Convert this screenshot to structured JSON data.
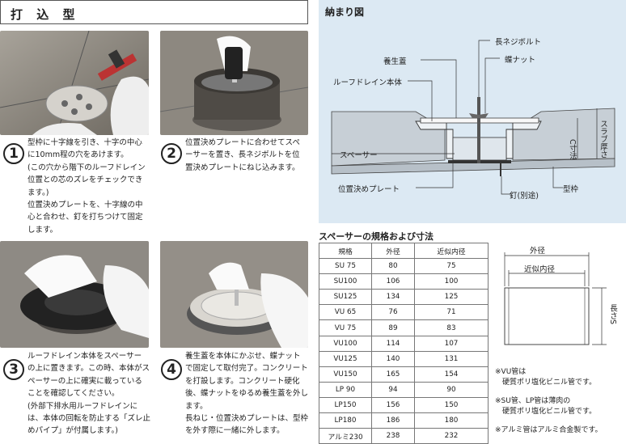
{
  "left": {
    "section_title": "打 込 型",
    "steps": [
      {
        "num": "1",
        "text": "型枠に十字線を引き、十字の中心\nに10mm程の穴をあけます。\n(この穴から階下のルーフドレイン\n位置との芯のズレをチェックでき\nます。)\n位置決めプレートを、十字線の中\n心と合わせ、釘を打ちつけて固定\nします。"
      },
      {
        "num": "2",
        "text": "位置決めプレートに合わせてスペ\nーサーを置き、長ネジボルトを位\n置決めプレートにねじ込みます。"
      },
      {
        "num": "3",
        "text": "ルーフドレイン本体をスペーサー\nの上に置きます。この時、本体がス\nペーサーの上に確実に載っている\nことを確認してください。\n(外部下排水用ルーフドレインに\nは、本体の回転を防止する「ズレ止\nめパイプ」が付属します。)"
      },
      {
        "num": "4",
        "text": "養生蓋を本体にかぶせ、蝶ナット\nで固定して取付完了。コンクリート\nを打設します。コンクリート硬化\n後、蝶ナットをゆるめ養生蓋を外し\nます。\n長ねじ・位置決めプレートは、型枠\nを外す際に一緒に外します。"
      }
    ]
  },
  "diagram": {
    "title": "納まり図",
    "labels": {
      "bolt": "長ネジボルト",
      "cover": "養生蓋",
      "nut": "蝶ナット",
      "body": "ルーフドレイン本体",
      "spacer": "スペーサー",
      "plate": "位置決めプレート",
      "nail": "釘(別途)",
      "form": "型枠",
      "c_dim": "C寸法",
      "slab": "スラブ厚さ"
    }
  },
  "spacer_spec": {
    "title": "スペーサーの規格および寸法",
    "headers": [
      "規格",
      "外径",
      "近似内径"
    ],
    "rows": [
      [
        "SU 75",
        "80",
        "75"
      ],
      [
        "SU100",
        "106",
        "100"
      ],
      [
        "SU125",
        "134",
        "125"
      ],
      [
        "VU 65",
        "76",
        "71"
      ],
      [
        "VU 75",
        "89",
        "83"
      ],
      [
        "VU100",
        "114",
        "107"
      ],
      [
        "VU125",
        "140",
        "131"
      ],
      [
        "VU150",
        "165",
        "154"
      ],
      [
        "LP 90",
        "94",
        "90"
      ],
      [
        "LP150",
        "156",
        "150"
      ],
      [
        "LP180",
        "186",
        "180"
      ],
      [
        "アルミ230",
        "238",
        "232"
      ]
    ],
    "dim_labels": {
      "outer": "外径",
      "inner": "近似内径",
      "length": "長さS"
    },
    "notes": [
      "※VU管は\n　硬質ポリ塩化ビニル管です。",
      "※SU管、LP管は薄肉の\n　硬質ポリ塩化ビニル管です。",
      "※アルミ管はアルミ合金製です。"
    ]
  },
  "colors": {
    "diagram_bg": "#dce9f3",
    "photo_bg": "#8a8a8a"
  }
}
